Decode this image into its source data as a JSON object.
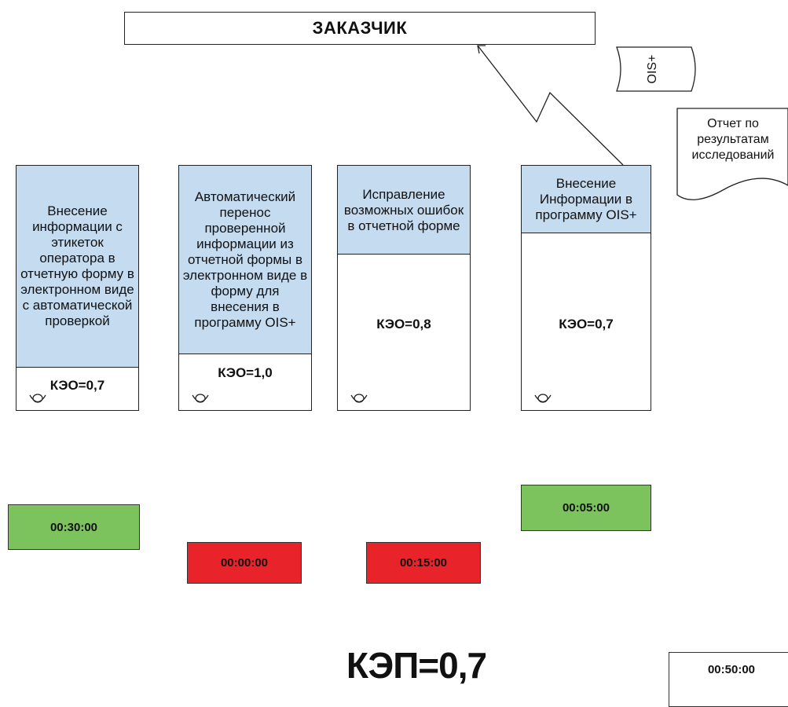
{
  "customer": {
    "label": "ЗАКАЗЧИК"
  },
  "database": {
    "label": "OIS+"
  },
  "report": {
    "label": "Отчет по результатам исследований"
  },
  "steps": [
    {
      "text": "Внесение информации с этикеток оператора в отчетную форму в электронном виде с автоматической проверкой",
      "keo": "КЭО=0,7"
    },
    {
      "text": "Автоматический перенос проверенной информации из отчетной формы в электронном виде в форму для внесения в программу OIS+",
      "keo": "КЭО=1,0"
    },
    {
      "text": "Исправление возможных ошибок в отчетной форме",
      "keo": "КЭО=0,8"
    },
    {
      "text": "Внесение Информации в программу OIS+",
      "keo": "КЭО=0,7"
    }
  ],
  "timers": [
    {
      "value": "00:30:00",
      "color": "#7cc35e"
    },
    {
      "value": "00:00:00",
      "color": "#e8242a"
    },
    {
      "value": "00:15:00",
      "color": "#e8242a"
    },
    {
      "value": "00:05:00",
      "color": "#7cc35e"
    }
  ],
  "total_time": {
    "value": "00:50:00"
  },
  "kep": {
    "value": "КЭП=0,7"
  }
}
